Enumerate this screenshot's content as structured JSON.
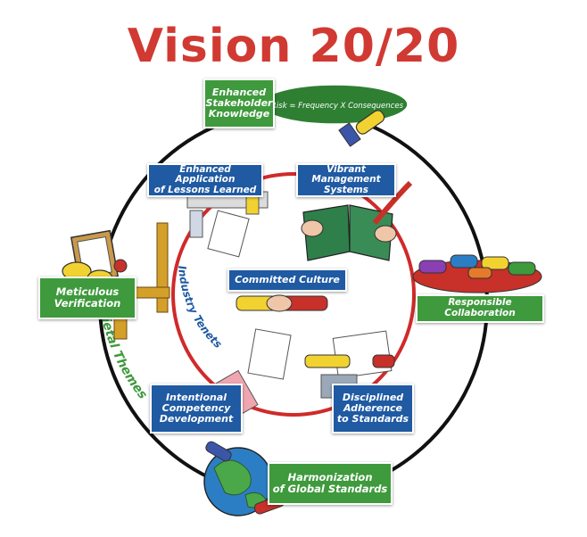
{
  "title": "Vision 20/20",
  "societal_themes_label": "Societal Themes",
  "industry_tenets_label": "Industry Tenets",
  "risk_formula": "Risk = Frequency X Consequences",
  "outer_boxes": [
    {
      "id": "stakeholder",
      "label": "Enhanced\nStakeholder\nKnowledge"
    },
    {
      "id": "verification",
      "label": "Meticulous\nVerification"
    },
    {
      "id": "collaboration",
      "label": "Responsible Collaboration"
    },
    {
      "id": "harmonization",
      "label": "Harmonization\nof Global Standards"
    }
  ],
  "inner_boxes": [
    {
      "id": "lessons",
      "label": "Enhanced Application\nof Lessons Learned"
    },
    {
      "id": "management",
      "label": "Vibrant Management\nSystems"
    },
    {
      "id": "culture",
      "label": "Committed Culture"
    },
    {
      "id": "competency",
      "label": "Intentional\nCompetency\nDevelopment"
    },
    {
      "id": "standards",
      "label": "Disciplined\nAdherence\nto Standards"
    }
  ],
  "colors": {
    "title": "#d03a32",
    "green": "#3e9a3c",
    "blue": "#1f5aa2",
    "outer_ring": "#111111",
    "inner_ring": "#d02a2a",
    "societal_text": "#3e9a3c",
    "industry_text": "#1f5aa2"
  }
}
